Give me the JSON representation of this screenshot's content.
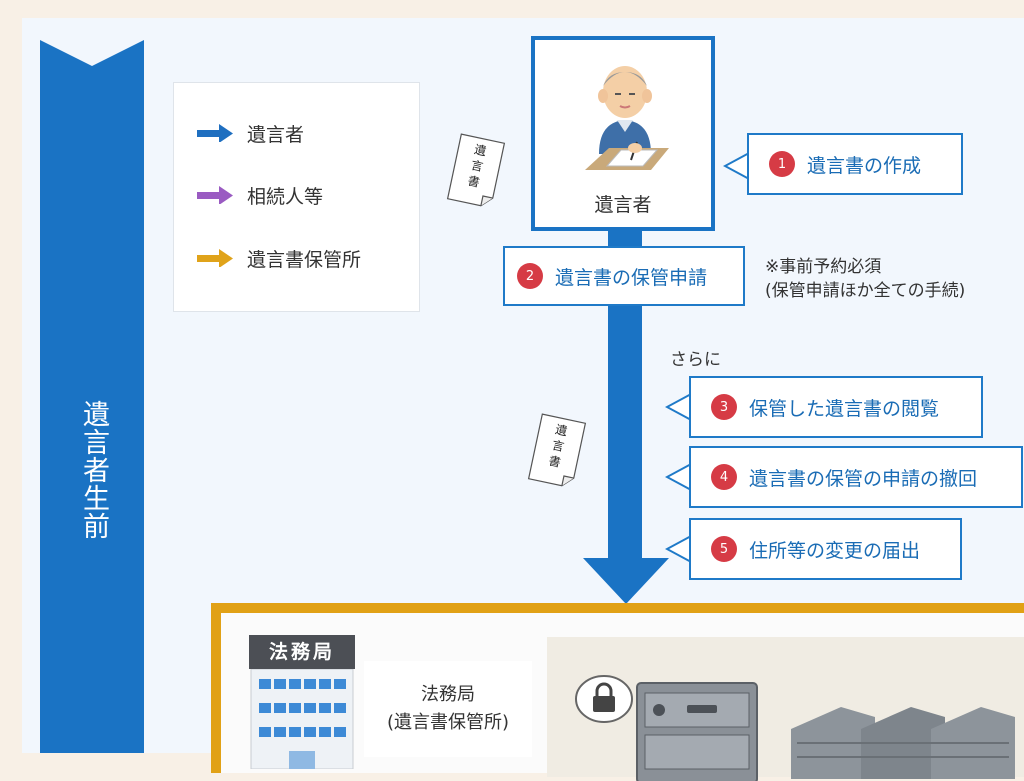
{
  "timeline": {
    "label": "遺言者生前",
    "color": "#1a73c4"
  },
  "legend": {
    "items": [
      {
        "label": "遺言者",
        "arrow_color": "#1f6fc0"
      },
      {
        "label": "相続人等",
        "arrow_color": "#9a5bc2"
      },
      {
        "label": "遺言書保管所",
        "arrow_color": "#e0a31a"
      }
    ]
  },
  "document_icon": {
    "text": "遺言書"
  },
  "testator": {
    "label": "遺言者",
    "icon": "elderly-man-writing-icon"
  },
  "steps": [
    {
      "num": "1",
      "label": "遺言書の作成"
    },
    {
      "num": "2",
      "label": "遺言書の保管申請"
    },
    {
      "num": "3",
      "label": "保管した遺言書の閲覧"
    },
    {
      "num": "4",
      "label": "遺言書の保管の申請の撤回"
    },
    {
      "num": "5",
      "label": "住所等の変更の届出"
    }
  ],
  "note": {
    "line1": "※事前予約必須",
    "line2": "(保管申請ほか全ての手続)"
  },
  "sarani": "さらに",
  "office": {
    "building_sign": "法務局",
    "label_line1": "法務局",
    "label_line2": "(遺言書保管所)",
    "border_color": "#e1a116",
    "icons": [
      "lock-icon",
      "safe-icon",
      "server-icon"
    ]
  },
  "colors": {
    "accent": "#1a73c4",
    "step_number": "#d63b45"
  }
}
